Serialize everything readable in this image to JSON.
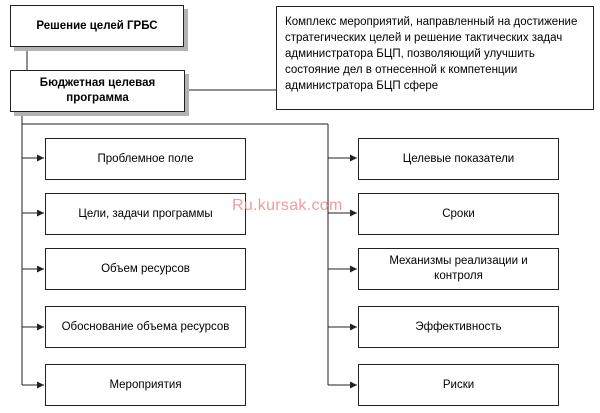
{
  "diagram": {
    "top_box": "Решение целей ГРБС",
    "main_box": "Бюджетная целевая программа",
    "description": "Комплекс мероприятий, направленный на достижение стратегических целей и решение тактических задач администратора БЦП, позволяющий улучшить состояние дел в отнесенной к компетенции администратора БЦП сфере",
    "left_items": [
      "Проблемное поле",
      "Цели, задачи программы",
      "Объем ресурсов",
      "Обоснование объема ресурсов",
      "Мероприятия"
    ],
    "right_items": [
      "Целевые показатели",
      "Сроки",
      "Механизмы реализации и контроля",
      "Эффективность",
      "Риски"
    ]
  },
  "watermark": "Ru.kursak.com"
}
